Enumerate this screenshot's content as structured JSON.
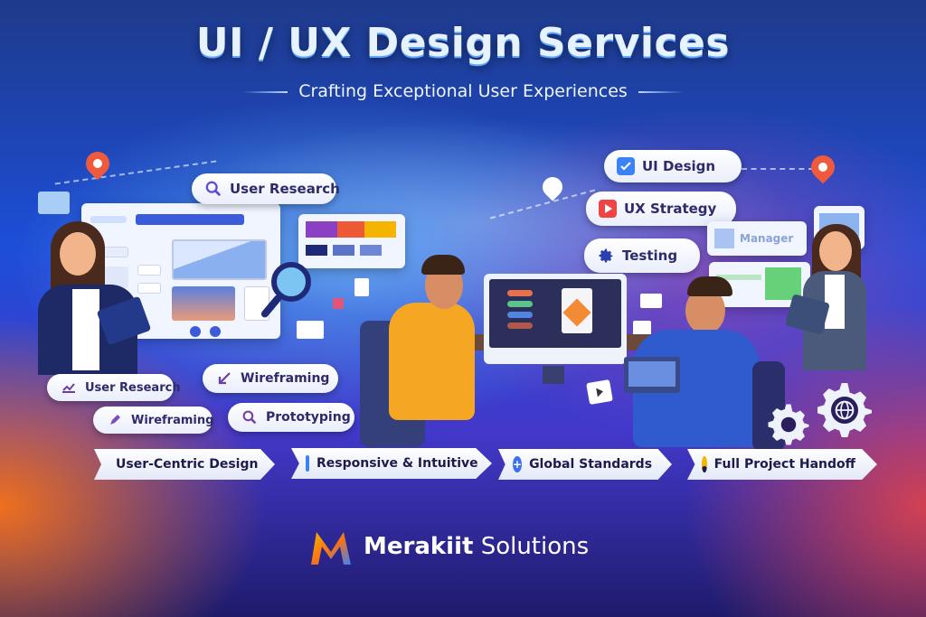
{
  "header": {
    "title": "UI / UX Design Services",
    "subtitle": "Crafting Exceptional User Experiences"
  },
  "top_pills": [
    {
      "label": "User Research",
      "icon": "search-icon"
    },
    {
      "label": "UI Design",
      "icon": "checkbox-icon"
    },
    {
      "label": "UX Strategy",
      "icon": "play-icon"
    },
    {
      "label": "Testing",
      "icon": "gear-icon"
    }
  ],
  "mockup_labels": {
    "manager_card": "Manager"
  },
  "skill_pills": [
    {
      "label": "User Research",
      "icon": "chart-pen-icon"
    },
    {
      "label": "Wireframing",
      "icon": "arrow-down-left-icon"
    },
    {
      "label": "Wireframing",
      "icon": "pencil-icon"
    },
    {
      "label": "Prototyping",
      "icon": "search-icon"
    }
  ],
  "ribbons": [
    {
      "label": "User-Centric Design",
      "icon": "flower-icon",
      "icon_color": "#f97316"
    },
    {
      "label": "Responsive & Intuitive",
      "icon": "mobile-icon",
      "icon_color": "#3b82f6"
    },
    {
      "label": "Global Standards",
      "icon": "globe-plane-icon",
      "icon_color": "#3b82f6"
    },
    {
      "label": "Full Project Handoff",
      "icon": "user-icon",
      "icon_color": "#f5b400"
    }
  ],
  "brand": {
    "name_bold": "Merakiit",
    "name_light": "Solutions"
  },
  "colors": {
    "background_blue": "#1d4ed8",
    "accent_orange": "#f97316",
    "accent_red": "#ef4444",
    "pill_text": "#2e2a6b",
    "title_text": "#e6f3ff"
  }
}
